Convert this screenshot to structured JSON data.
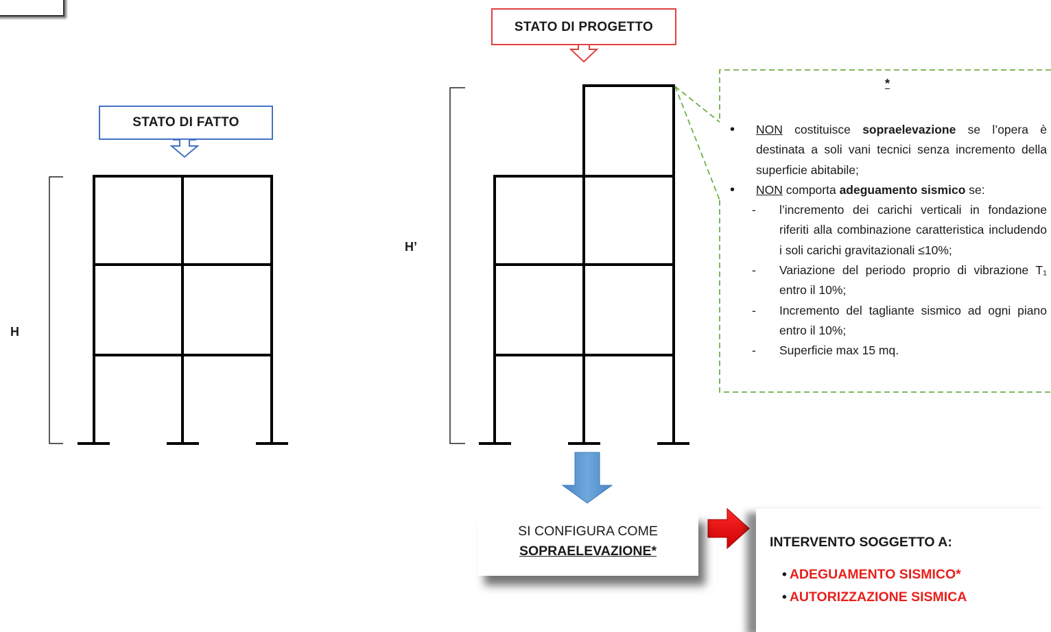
{
  "callouts": {
    "stato_fatto": "STATO DI FATTO",
    "stato_progetto": "STATO DI PROGETTO"
  },
  "dimensions": {
    "h_existing": "H",
    "h_project": "H’"
  },
  "note": {
    "marker": "*",
    "bullet1": {
      "neg": "NON",
      "t1": " costituisce ",
      "bold": "sopraelevazione",
      "t2": " se l’opera è destinata a soli vani tecnici senza incremento della superficie abitabile;"
    },
    "bullet2": {
      "neg": "NON",
      "t1": " comporta ",
      "bold": "adeguamento sismico",
      "t2": " se:"
    },
    "conditions": [
      "l’incremento dei carichi verticali in fondazione riferiti alla combinazione caratteristica includendo i soli carichi gravitazionali ≤10%;",
      "Variazione del periodo proprio di vibrazione T₁ entro il 10%;",
      "Incremento del tagliante sismico ad ogni piano entro il 10%;",
      "Superficie max 15 mq."
    ]
  },
  "result": {
    "line1": "SI CONFIGURA COME",
    "line2": "SOPRAELEVAZIONE*"
  },
  "outcome": {
    "title": "INTERVENTO SOGGETTO A:",
    "items": [
      "ADEGUAMENTO SISMICO*",
      "AUTORIZZAZIONE SISMICA"
    ],
    "item_color": "#e8201c",
    "bullet": "•"
  },
  "colors": {
    "blue_outline": "#4472c4",
    "red_outline": "#e04040",
    "green_dashed": "#70ad47",
    "arrow_blue": "#5b9bd5",
    "arrow_red": "#ff0000"
  }
}
